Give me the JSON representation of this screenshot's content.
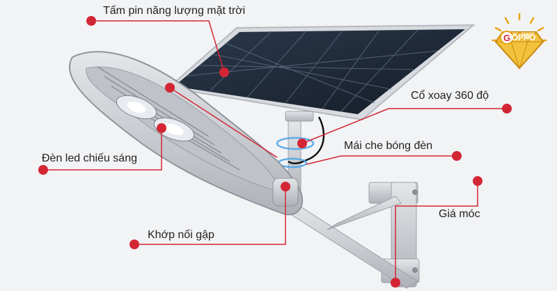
{
  "labels": {
    "solar_panel": "Tấm pin năng lượng mặt trời",
    "rotation": "Cổ xoay 360 độ",
    "lamp_cover": "Mái che bóng đèn",
    "led": "Đèn led chiếu sáng",
    "bracket": "Giá móc",
    "joint": "Khớp nối gập"
  },
  "logo": {
    "text": "OPPO",
    "letter": "G"
  },
  "colors": {
    "callout": "#d32634",
    "background": "#f2f3f5",
    "panel": "#1d2633",
    "metal": "#c9ccd1",
    "logo_gold": "#e8a316"
  }
}
